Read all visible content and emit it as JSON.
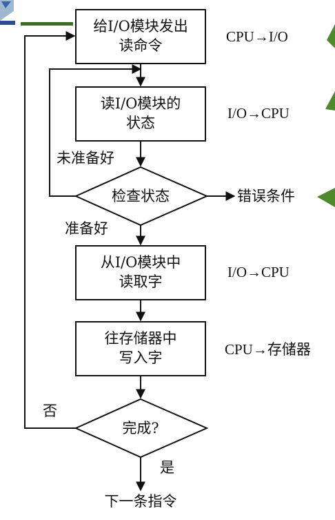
{
  "steps": {
    "issue_read": [
      "给I/O模块发出",
      "读命令"
    ],
    "read_status": [
      "读I/O模块的",
      "状态"
    ],
    "check_status": "检查状态",
    "read_word": [
      "从I/O模块中",
      "读取字"
    ],
    "write_memory": [
      "往存储器中",
      "写入字"
    ],
    "done": "完成?",
    "next": "下一条指令"
  },
  "edge_labels": {
    "not_ready": "未准备好",
    "ready": "准备好",
    "error": "错误条件",
    "no": "否",
    "yes": "是"
  },
  "side_notes": {
    "cpu_to_io": "CPU→I/O",
    "io_to_cpu_1": "I/O→CPU",
    "io_to_cpu_2": "I/O→CPU",
    "cpu_to_mem": "CPU→存储器"
  }
}
